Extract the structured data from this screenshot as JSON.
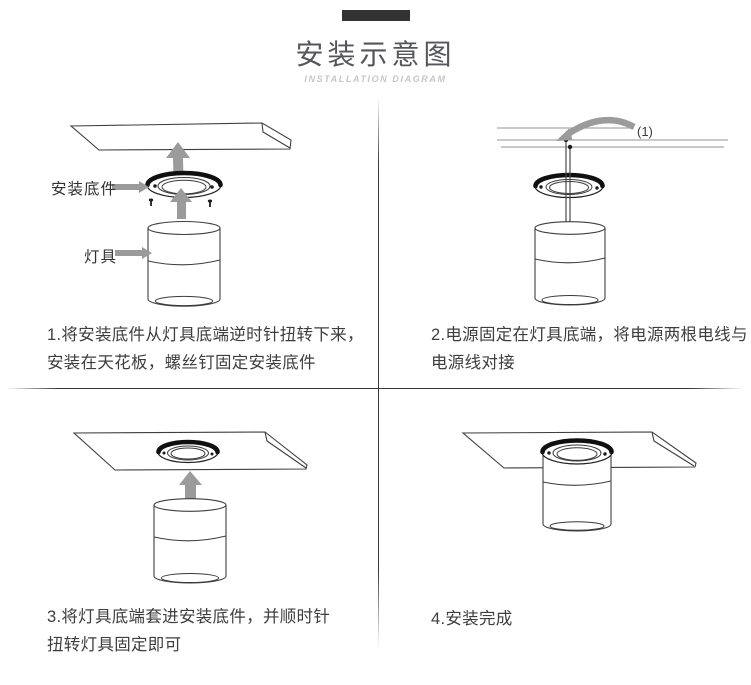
{
  "header": {
    "title": "安装示意图",
    "subtitle": "INSTALLATION DIAGRAM"
  },
  "labels": {
    "mount_base": "安装底件",
    "lamp": "灯具",
    "wire_note": "(1)"
  },
  "steps": [
    {
      "line1": "1.将安装底件从灯具底端逆时针扭转下来，",
      "line2": "安装在天花板，螺丝钉固定安装底件"
    },
    {
      "line1": "2.电源固定在灯具底端，将电源两根电线与",
      "line2": "电源线对接"
    },
    {
      "line1": "3.将灯具底端套进安装底件，并顺时针",
      "line2": "扭转灯具固定即可"
    },
    {
      "line1": "4.安装完成",
      "line2": ""
    }
  ],
  "colors": {
    "accent_bar": "#333333",
    "line_art": "#3f3f3f",
    "arrow_gray": "#9b9b9b",
    "text": "#3e3e3e"
  }
}
